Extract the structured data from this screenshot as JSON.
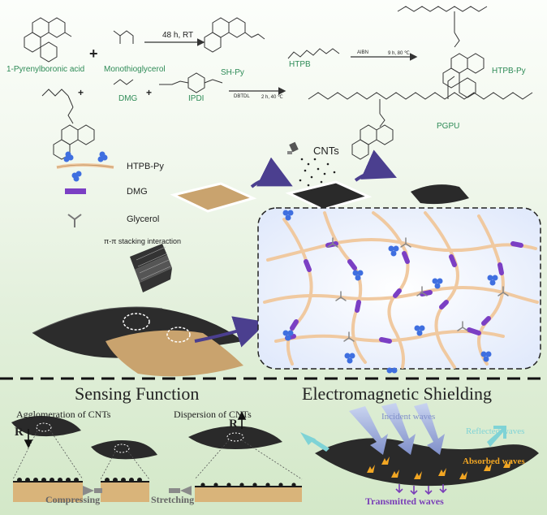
{
  "reaction": {
    "pyrenylboronic": "1-Pyrenylboronic acid",
    "monothioglycerol": "Monothioglycerol",
    "cond1": "48 h, RT",
    "shpy": "SH-Py",
    "htpb": "HTPB",
    "aibn": "AIBN",
    "cond2": "9 h, 80 ℃",
    "htpbpy": "HTPB-Py",
    "dmg": "DMG",
    "ipdi": "IPDI",
    "dbtdl": "DBTDL",
    "cond3": "2 h, 40 ℃",
    "pgpu": "PGPU"
  },
  "legend": {
    "htpbpy": "HTPB-Py",
    "dmg": "DMG",
    "glycerol": "Glycerol",
    "pipi": "π-π stacking interaction"
  },
  "process": {
    "cnts": "CNTs"
  },
  "bottom": {
    "sensing_title": "Sensing Function",
    "em_title": "Electromagnetic Shielding",
    "agglom": "Agglomeration of CNTs",
    "dispersion": "Dispersion of CNTs",
    "r_down": "R",
    "r_up": "R",
    "compressing": "Compressing",
    "stretching": "Stretching",
    "incident": "Incident waves",
    "reflected": "Reflected waves",
    "absorbed": "Absorbed waves",
    "transmitted": "Transmitted waves"
  },
  "colors": {
    "chain": "#f0c9a0",
    "dmg": "#7b3fc4",
    "pyrene": "#3f6fe0",
    "film_tan": "#c9a36e",
    "film_black": "#2a2a2a",
    "arrow": "#4b3f8f",
    "teal": "#7fd3d6",
    "orange": "#f2a623",
    "purple_text": "#7a3fb8"
  }
}
